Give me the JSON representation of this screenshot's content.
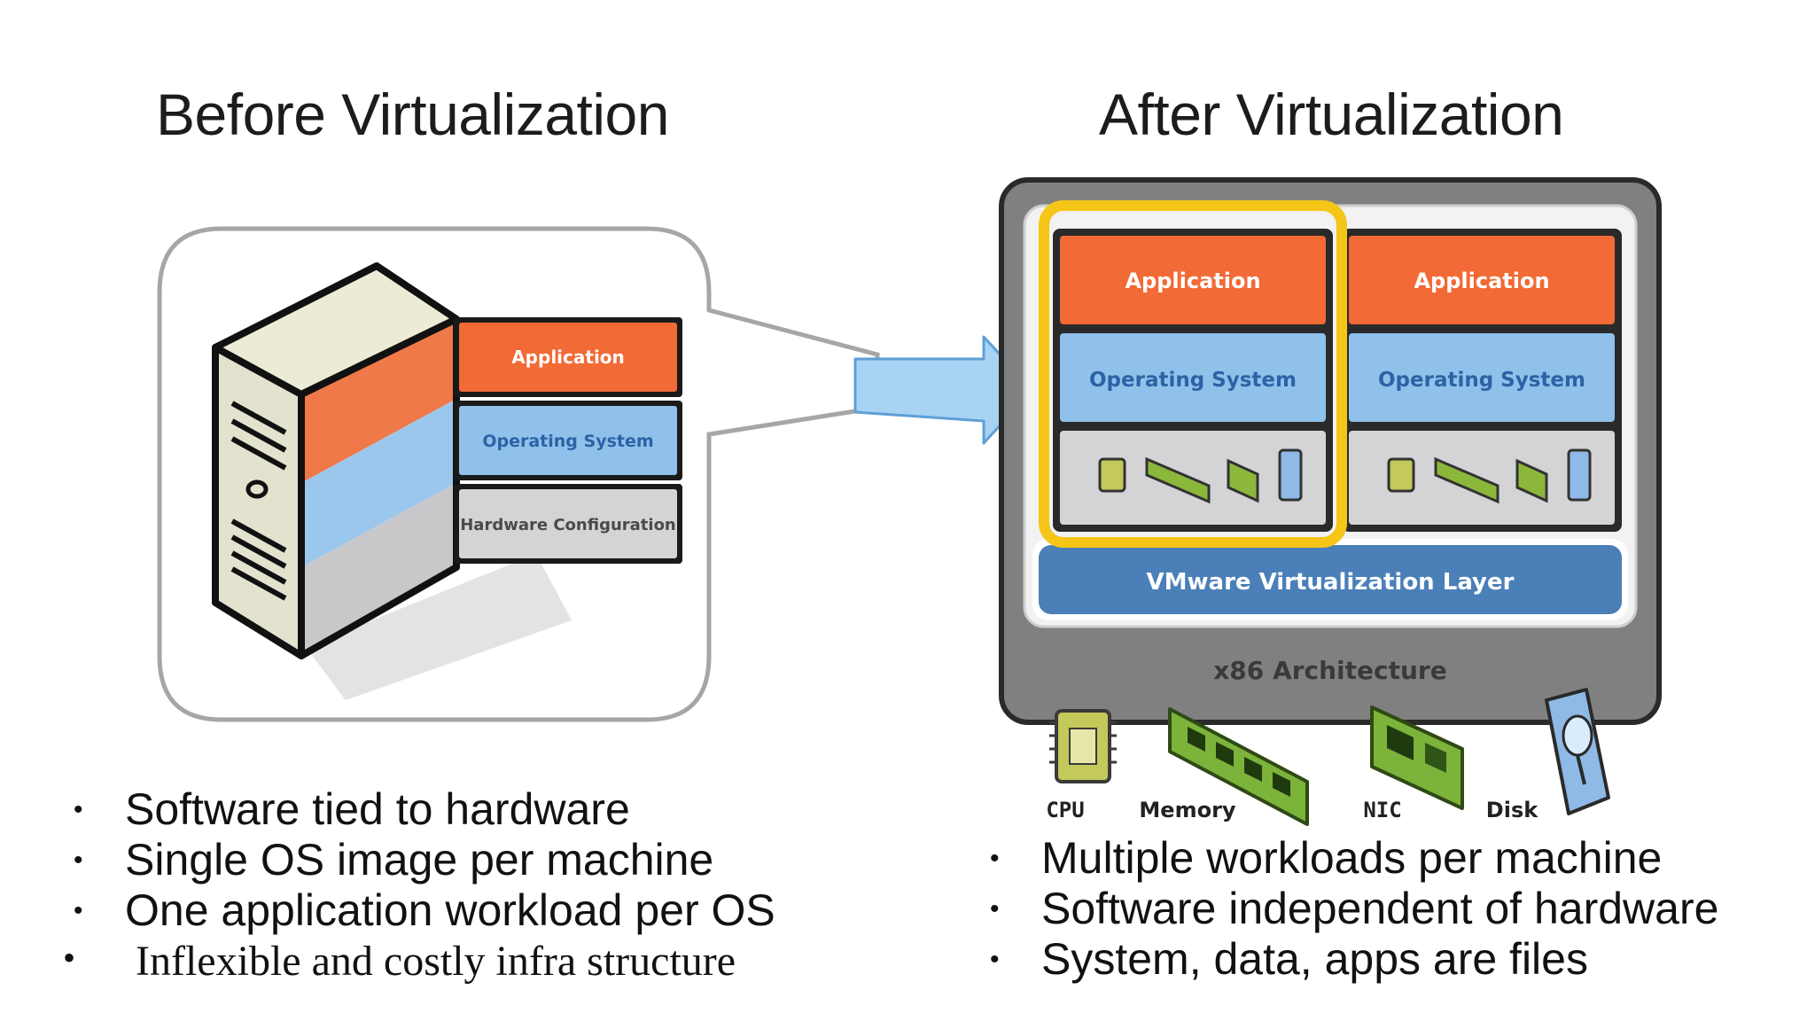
{
  "before": {
    "heading": "Before Virtualization",
    "stack": {
      "application": "Application",
      "operating_system": "Operating System",
      "hardware": "Hardware Configuration"
    },
    "bullets": [
      "Software tied to hardware",
      "Single OS image per machine",
      "One application workload per OS",
      "Inflexible and costly infra structure"
    ]
  },
  "after": {
    "heading": "After Virtualization",
    "vm1": {
      "application": "Application",
      "operating_system": "Operating System"
    },
    "vm2": {
      "application": "Application",
      "operating_system": "Operating System"
    },
    "virtualization_layer": "VMware Virtualization Layer",
    "architecture": "x86 Architecture",
    "hardware_labels": [
      "CPU",
      "Memory",
      "NIC",
      "Disk"
    ],
    "bullets": [
      "Multiple workloads per machine",
      "Software independent of hardware",
      "System, data, apps are files"
    ]
  },
  "colors": {
    "application": "#f26a35",
    "operating_system": "#8fc1ea",
    "hardware_config": "#cfcfd2",
    "virtualization_layer": "#4a7fb8",
    "architecture_frame": "#808080",
    "highlight": "#f5c518",
    "arrow": "#a9d3f3"
  }
}
